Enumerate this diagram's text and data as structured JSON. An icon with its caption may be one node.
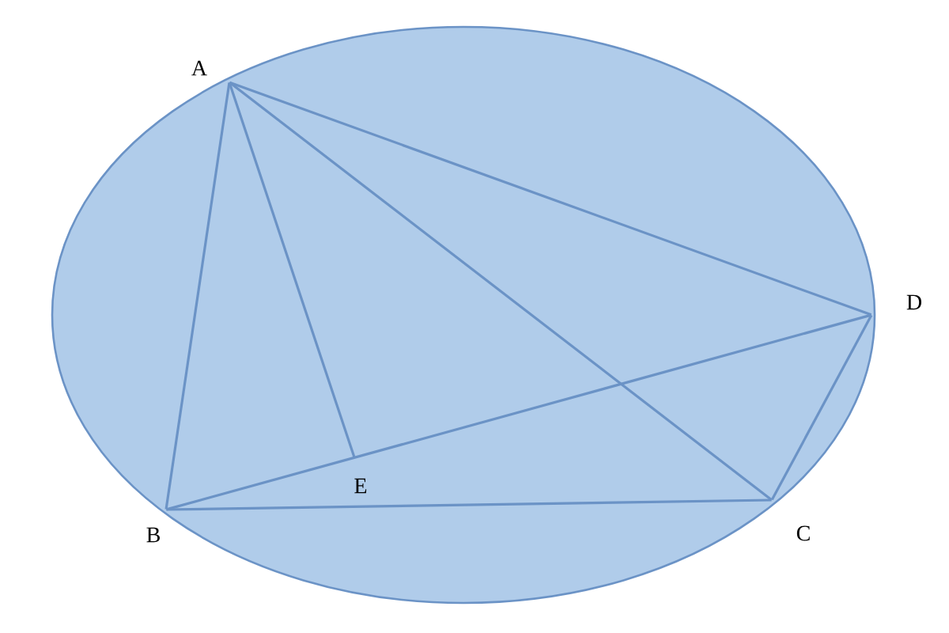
{
  "diagram": {
    "nodes": [
      {
        "text": [
          "A"
        ]
      },
      {
        "text": [
          "B"
        ]
      },
      {
        "text": [
          "C"
        ]
      },
      {
        "text": [
          "D"
        ]
      },
      {
        "text": [
          "E"
        ]
      }
    ],
    "edges": [
      {
        "from": 0,
        "to": 1,
        "arrow": "none"
      },
      {
        "from": 0,
        "to": 4,
        "arrow": "none"
      },
      {
        "from": 0,
        "to": 2,
        "arrow": "none"
      },
      {
        "from": 0,
        "to": 3,
        "arrow": "none"
      },
      {
        "from": 1,
        "to": 3,
        "arrow": "none"
      },
      {
        "from": 1,
        "to": 2,
        "arrow": "none"
      },
      {
        "from": 2,
        "to": 3,
        "arrow": "none"
      }
    ]
  }
}
